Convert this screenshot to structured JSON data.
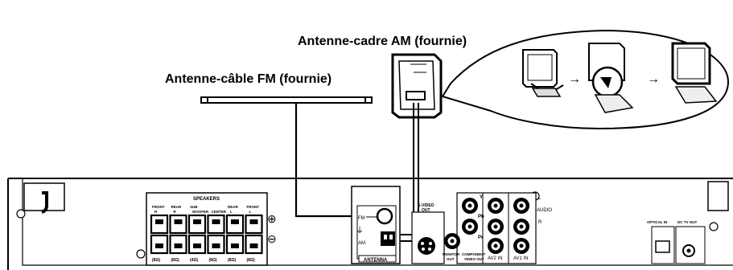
{
  "captions": {
    "am_loop": "Antenne-cadre AM (fournie)",
    "fm_wire": "Antenne-câble FM (fournie)"
  },
  "arrows": [
    "→",
    "→"
  ],
  "panel": {
    "speakers": {
      "title": "SPEAKERS",
      "channels": [
        {
          "label_top": "FRONT",
          "label_bot": "R",
          "impedance": "(8Ω)"
        },
        {
          "label_top": "REAR",
          "label_bot": "R",
          "impedance": "(8Ω)"
        },
        {
          "label_top": "SUB",
          "label_bot": "WOOFER",
          "impedance": "(4Ω)"
        },
        {
          "label_top": "",
          "label_bot": "CENTER",
          "impedance": "(8Ω)"
        },
        {
          "label_top": "REAR",
          "label_bot": "L",
          "impedance": "(8Ω)"
        },
        {
          "label_top": "FRONT",
          "label_bot": "L",
          "impedance": "(8Ω)"
        }
      ],
      "plus": "⊕",
      "minus": "⊖"
    },
    "antenna": {
      "title": "ANTENNA",
      "fm": "FM",
      "am": "AM"
    },
    "svideo": {
      "line1": "S-VIDEO",
      "line2": "OUT"
    },
    "video": {
      "y": "Y",
      "pb": "Pb",
      "pr": "Pr",
      "monitor_out": [
        "MONITOR",
        "OUT"
      ],
      "component_out": [
        "COMPONENT",
        "VIDEO OUT"
      ],
      "av2": "AV2 IN",
      "av1": "AV1 IN",
      "audio": "AUDIO",
      "l": "L",
      "r": "R"
    },
    "optical": "OPTICAL IN",
    "dctv": "DC TV OUT"
  }
}
